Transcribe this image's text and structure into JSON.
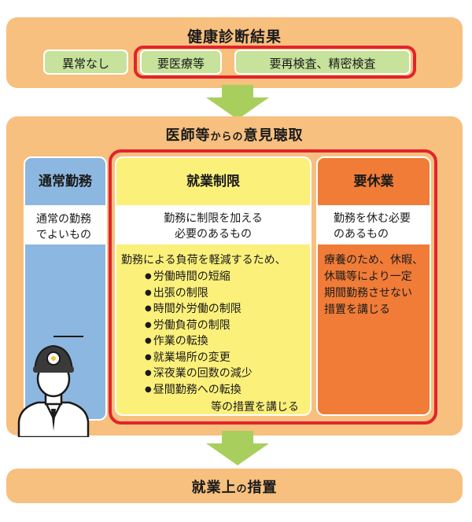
{
  "top": {
    "title": "健康診断結果",
    "chips": [
      "異常なし",
      "要医療等",
      "要再検査、精密検査"
    ]
  },
  "middle": {
    "title_main": "医師等",
    "title_small": "からの",
    "title_end": "意見聴取",
    "normal": {
      "title": "通常勤務",
      "sub_line1": "通常の勤務",
      "sub_line2": "でよいもの",
      "body": "—"
    },
    "restricted": {
      "title": "就業制限",
      "sub_line1": "勤務に制限を加える",
      "sub_line2": "必要のあるもの",
      "intro": "勤務による負荷を軽減するため、",
      "items": [
        "労働時間の短縮",
        "出張の制限",
        "時間外労働の制限",
        "労働負荷の制限",
        "作業の転換",
        "就業場所の変更",
        "深夜業の回数の減少",
        "昼間勤務への転換"
      ],
      "closing": "等の措置を講じる"
    },
    "rest": {
      "title": "要休業",
      "sub_line1": "勤務を休む必要",
      "sub_line2": "のあるもの",
      "body_lines": [
        "療養のため、休暇、",
        "休職等により一定",
        "期間勤務させない",
        "措置を講じる"
      ]
    }
  },
  "bottom": {
    "title_main": "就業上",
    "title_small": "の",
    "title_end": "措置"
  },
  "colors": {
    "panel": "#f7c07f",
    "chip": "#c6e29b",
    "arrow": "#a8cf5e",
    "highlight_ring": "#e2242a",
    "normal_col": "#8cb7e0",
    "restricted_col": "#fbf07a",
    "rest_col": "#f07c38"
  },
  "icons": {
    "arrow": "down-arrow-icon",
    "worker": "worker-with-headlamp-icon"
  }
}
